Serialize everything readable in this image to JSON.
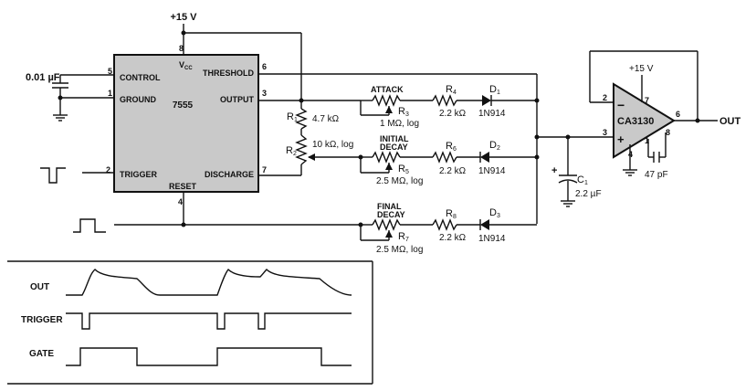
{
  "supply": {
    "top": "+15 V",
    "opamp": "+15 V"
  },
  "ic555": {
    "name": "7555",
    "vcc": "V",
    "vcc_sub": "CC",
    "pins": {
      "control": "CONTROL",
      "ground": "GROUND",
      "trigger": "TRIGGER",
      "threshold": "THRESHOLD",
      "output": "OUTPUT",
      "discharge": "DISCHARGE",
      "reset": "RESET"
    },
    "pin_numbers": {
      "vcc": "8",
      "control": "5",
      "ground": "1",
      "trigger": "2",
      "threshold": "6",
      "output": "3",
      "discharge": "7",
      "reset": "4"
    }
  },
  "cap_control": "0.01 µF",
  "resistors": {
    "r1": {
      "name": "R",
      "sub": "1",
      "value": "4.7 kΩ"
    },
    "r2": {
      "name": "R",
      "sub": "2",
      "value": "10 kΩ, log"
    },
    "r3": {
      "name": "R",
      "sub": "3",
      "value": "1 MΩ, log",
      "label": "ATTACK"
    },
    "r4": {
      "name": "R",
      "sub": "4",
      "value": "2.2 kΩ"
    },
    "r5": {
      "name": "R",
      "sub": "5",
      "value": "2.5 MΩ, log",
      "label1": "INITIAL",
      "label2": "DECAY"
    },
    "r6": {
      "name": "R",
      "sub": "6",
      "value": "2.2 kΩ"
    },
    "r7": {
      "name": "R",
      "sub": "7",
      "value": "2.5 MΩ, log",
      "label1": "FINAL",
      "label2": "DECAY"
    },
    "r8": {
      "name": "R",
      "sub": "8",
      "value": "2.2 kΩ"
    }
  },
  "diodes": {
    "d1": {
      "name": "D",
      "sub": "1",
      "part": "1N914"
    },
    "d2": {
      "name": "D",
      "sub": "2",
      "part": "1N914"
    },
    "d3": {
      "name": "D",
      "sub": "3",
      "part": "1N914"
    }
  },
  "c1": {
    "name": "C",
    "sub": "1",
    "value": "2.2 µF"
  },
  "opamp": {
    "name": "CA3130",
    "minus": "−",
    "plus": "+",
    "pins": {
      "inv": "2",
      "noninv": "3",
      "out": "6",
      "vplus": "7",
      "gnd": "4",
      "comp1": "1",
      "comp2": "8"
    },
    "comp_cap": "47 pF"
  },
  "out_label": "OUT",
  "timing": {
    "out": "OUT",
    "trigger": "TRIGGER",
    "gate": "GATE"
  }
}
